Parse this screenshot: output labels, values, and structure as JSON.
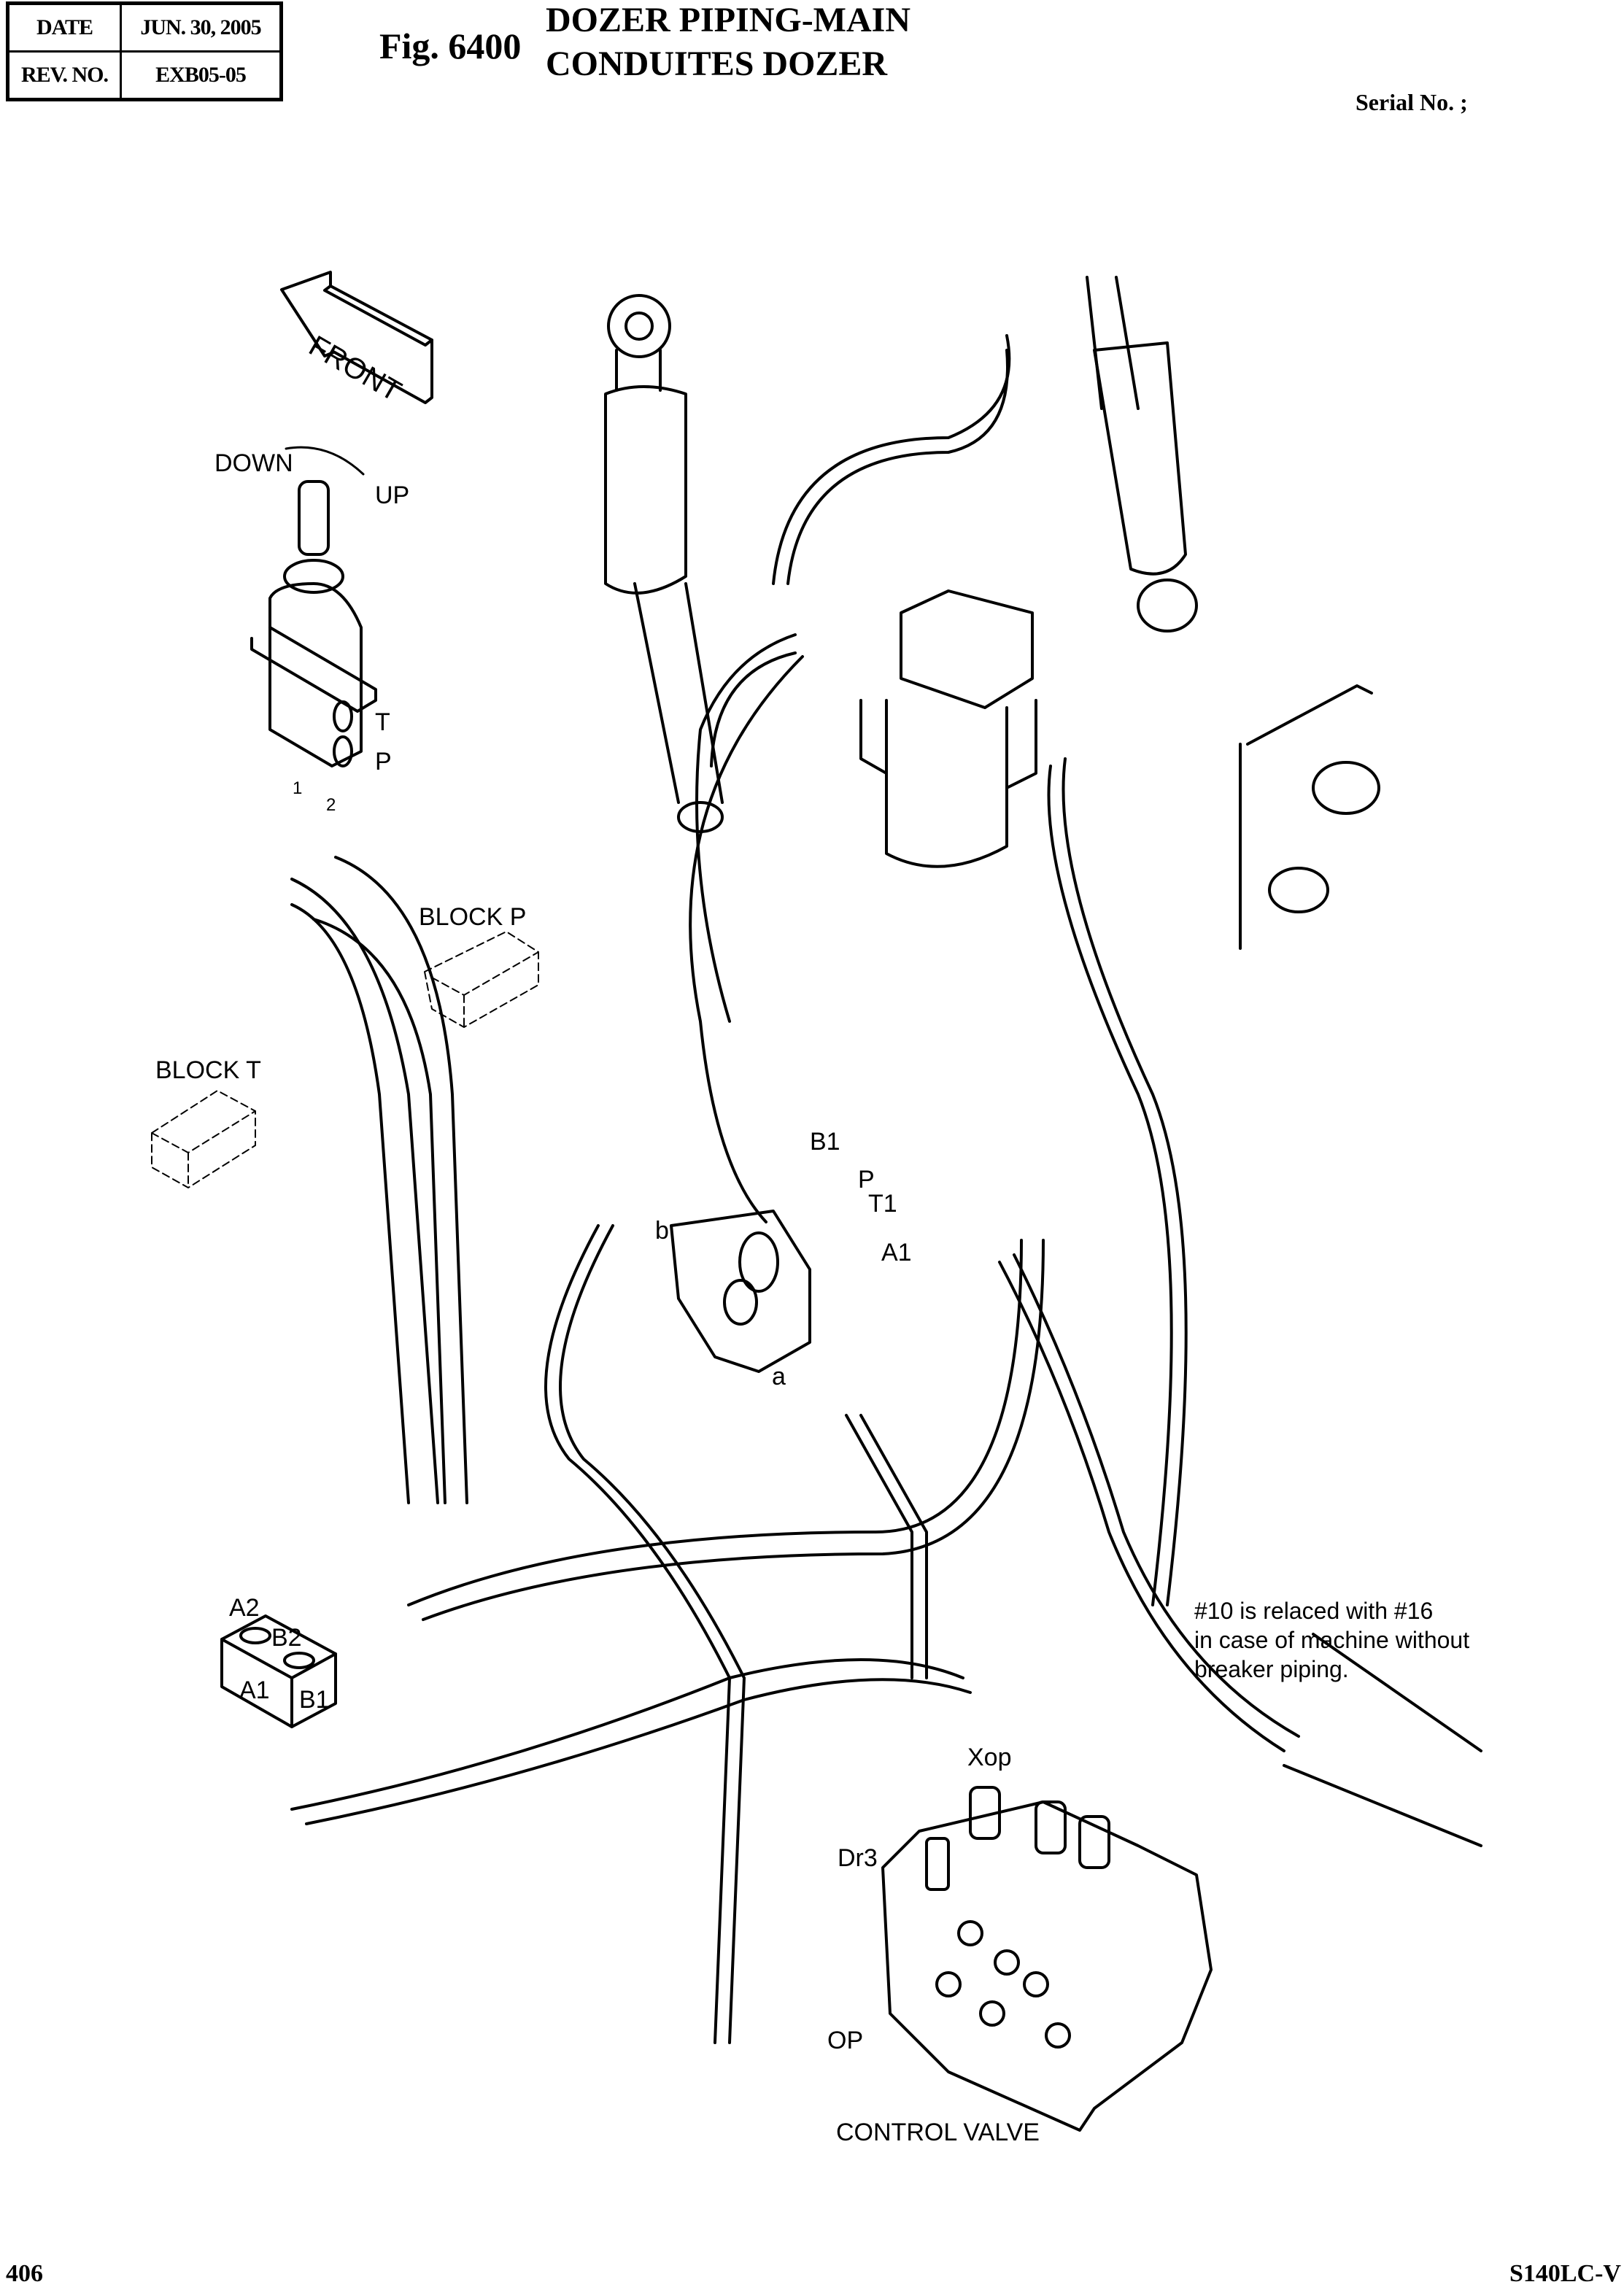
{
  "header": {
    "date_label": "DATE",
    "date_value": "JUN. 30, 2005",
    "rev_label": "REV. NO.",
    "rev_value": "EXB05-05",
    "figure_number": "Fig. 6400",
    "title_line1": "DOZER PIPING-MAIN",
    "title_line2": "CONDUITES DOZER",
    "serial_label": "Serial No. ;"
  },
  "diagram": {
    "front_arrow": "FRONT",
    "joystick": {
      "down": "DOWN",
      "up": "UP",
      "port_t": "T",
      "port_p": "P",
      "port_1": "1",
      "port_2": "2"
    },
    "block_p": "BLOCK P",
    "block_t": "BLOCK T",
    "valve_ports": {
      "b1": "B1",
      "p": "P",
      "t1": "T1",
      "a1": "A1",
      "a": "a",
      "b": "b"
    },
    "dozer_block": {
      "a2": "A2",
      "b2": "B2",
      "a1": "A1",
      "b1": "B1"
    },
    "control_valve": {
      "xop": "Xop",
      "dr3": "Dr3",
      "op": "OP",
      "label": "CONTROL VALVE"
    },
    "note": "#10 is relaced with #16\nin case of machine without\nbreaker piping."
  },
  "footer": {
    "page_number": "406",
    "model": "S140LC-V"
  }
}
